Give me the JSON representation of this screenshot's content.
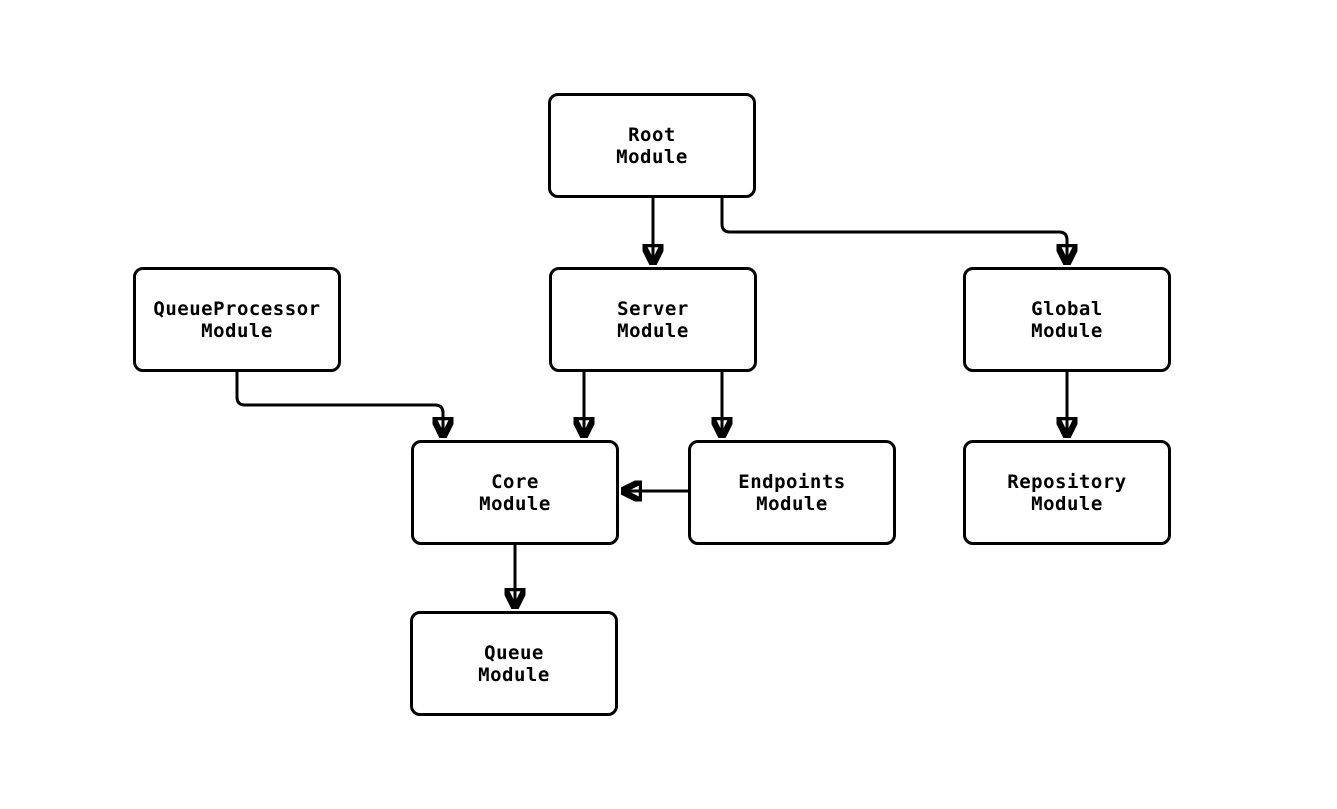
{
  "diagram": {
    "type": "flowchart",
    "background_color": "#ffffff",
    "node_fill_color": "#ffffff",
    "stroke_color": "#000000",
    "nodes": [
      {
        "id": "root",
        "label": "Root\nModule"
      },
      {
        "id": "queueprocessor",
        "label": "QueueProcessor\nModule"
      },
      {
        "id": "server",
        "label": "Server\nModule"
      },
      {
        "id": "global",
        "label": "Global\nModule"
      },
      {
        "id": "core",
        "label": "Core\nModule"
      },
      {
        "id": "endpoints",
        "label": "Endpoints\nModule"
      },
      {
        "id": "repository",
        "label": "Repository\nModule"
      },
      {
        "id": "queue",
        "label": "Queue\nModule"
      }
    ],
    "edges": [
      {
        "from": "root",
        "to": "server"
      },
      {
        "from": "root",
        "to": "global"
      },
      {
        "from": "queueprocessor",
        "to": "core"
      },
      {
        "from": "server",
        "to": "core"
      },
      {
        "from": "server",
        "to": "endpoints"
      },
      {
        "from": "endpoints",
        "to": "core"
      },
      {
        "from": "global",
        "to": "repository"
      },
      {
        "from": "core",
        "to": "queue"
      }
    ]
  }
}
